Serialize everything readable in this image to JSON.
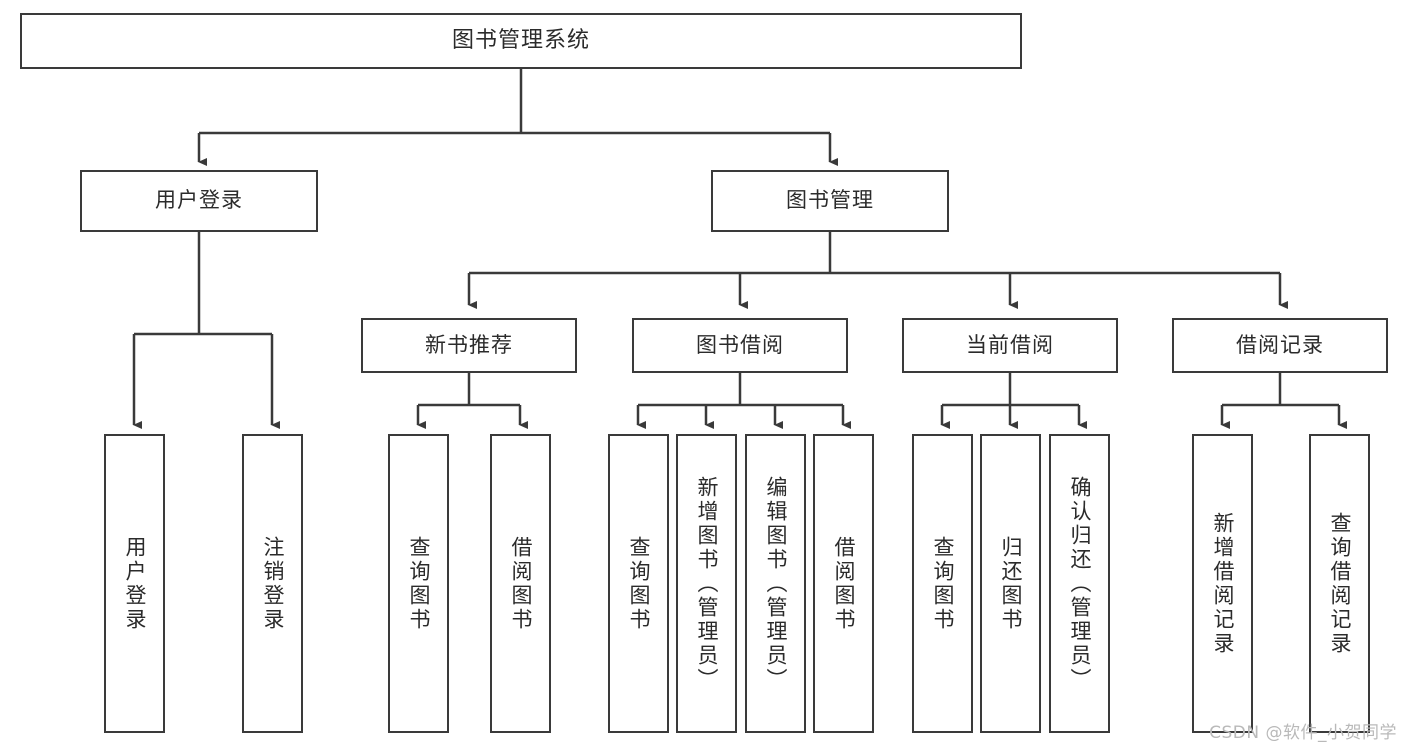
{
  "diagram": {
    "title": "图书管理系统",
    "watermark": "CSDN @软件_小贺同学",
    "line_color": "#3a3a3a",
    "text_color": "#2b2b2b",
    "background": "#ffffff",
    "watermark_color": "#b9b9b9"
  },
  "nodes": {
    "root": {
      "label": "图书管理系统"
    },
    "level2": [
      {
        "label": "用户登录"
      },
      {
        "label": "图书管理"
      }
    ],
    "level3": [
      {
        "label": "新书推荐"
      },
      {
        "label": "图书借阅"
      },
      {
        "label": "当前借阅"
      },
      {
        "label": "借阅记录"
      }
    ],
    "leaves": {
      "user_login": [
        {
          "label": "用户登录"
        },
        {
          "label": "注销登录"
        }
      ],
      "new_book": [
        {
          "label": "查询图书"
        },
        {
          "label": "借阅图书"
        }
      ],
      "book_borrow": [
        {
          "label": "查询图书"
        },
        {
          "label": "新增图书（管理员）"
        },
        {
          "label": "编辑图书（管理员）"
        },
        {
          "label": "借阅图书"
        }
      ],
      "current_borrow": [
        {
          "label": "查询图书"
        },
        {
          "label": "归还图书"
        },
        {
          "label": "确认归还（管理员）"
        }
      ],
      "borrow_record": [
        {
          "label": "新增借阅记录"
        },
        {
          "label": "查询借阅记录"
        }
      ]
    }
  }
}
